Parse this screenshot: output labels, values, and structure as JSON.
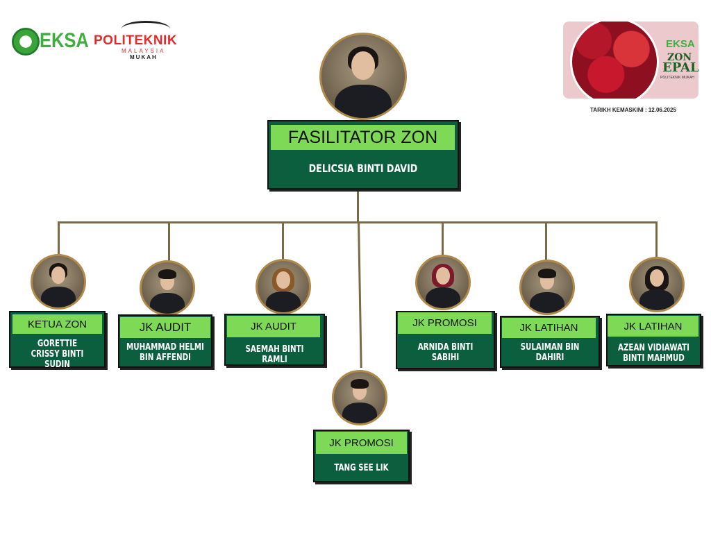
{
  "logos": {
    "eksa": "EKSA",
    "politeknik": "POLITEKNIK",
    "malaysia": "MALAYSIA",
    "mukah": "MUKAH"
  },
  "banner": {
    "eksa": "EKSA",
    "zon": "ZON",
    "epal": "EPAL",
    "sub": "POLITEKNIK MUKAH"
  },
  "updated": "TARIKH KEMASKINI : 12.06.2025",
  "colors": {
    "dark_green": "#0b5e3e",
    "light_green": "#7ed957",
    "connector": "#7a6a45"
  },
  "top": {
    "role": "FASILITATOR ZON",
    "name": "DELICSIA BINTI DAVID"
  },
  "members": [
    {
      "role": "KETUA ZON",
      "name": "GORETTIE CRISSY BINTI SUDIN"
    },
    {
      "role": "JK AUDIT",
      "name": "MUHAMMAD HELMI BIN AFFENDI"
    },
    {
      "role": "JK AUDIT",
      "name": "SAEMAH BINTI RAMLI"
    },
    {
      "role": "JK PROMOSI",
      "name": "TANG SEE LIK"
    },
    {
      "role": "JK PROMOSI",
      "name": "ARNIDA BINTI SABIHI"
    },
    {
      "role": "JK LATIHAN",
      "name": "SULAIMAN BIN DAHIRI"
    },
    {
      "role": "JK LATIHAN",
      "name": "AZEAN VIDIAWATI BINTI MAHMUD"
    }
  ]
}
